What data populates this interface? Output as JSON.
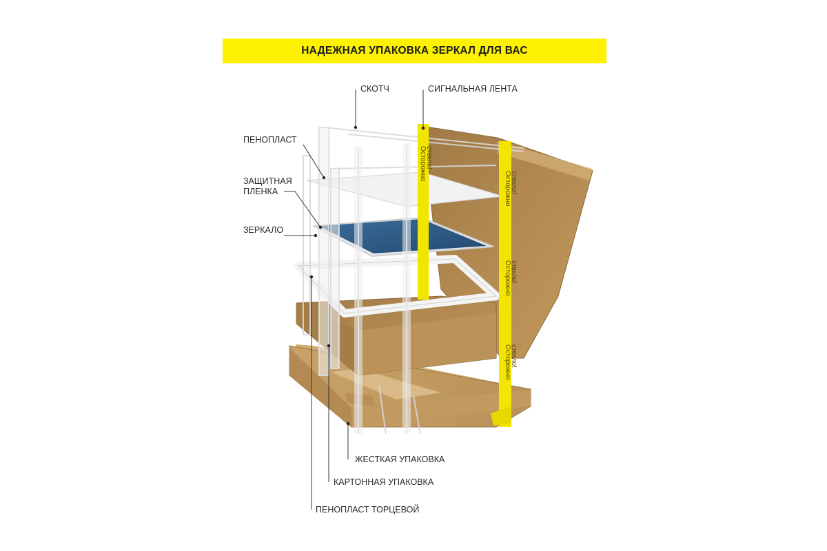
{
  "title": "НАДЕЖНАЯ УПАКОВКА ЗЕРКАЛ ДЛЯ ВАС",
  "labels": {
    "scotch": "СКОТЧ",
    "signal_tape": "СИГНАЛЬНАЯ ЛЕНТА",
    "foam": "ПЕНОПЛАСТ",
    "protective_film": "ЗАЩИТНАЯ\nПЛЕНКА",
    "mirror": "ЗЕРКАЛО",
    "rigid_packaging": "ЖЕСТКАЯ УПАКОВКА",
    "cardboard_packaging": "КАРТОННАЯ УПАКОВКА",
    "end_foam": "ПЕНОПЛАСТ ТОРЦЕВОЙ"
  },
  "tape": {
    "line1": "Осторожно",
    "line2": "стекло!"
  },
  "colors": {
    "title_bg": "#fef200",
    "tape": "#f2e600",
    "cardboard": "#b08850",
    "chipboard": "#c9a46a",
    "mirror": "#2f5f8a"
  }
}
